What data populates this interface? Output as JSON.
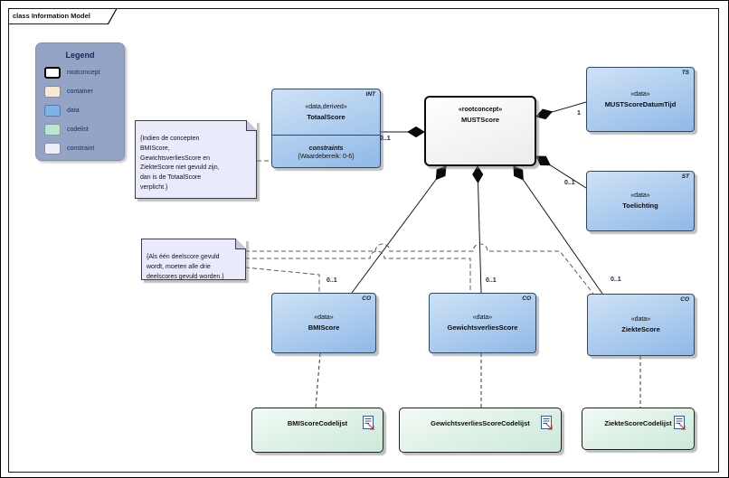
{
  "frame": {
    "title": "class Information Model"
  },
  "legend": {
    "title": "Legend",
    "items": [
      {
        "label": "rootconcept",
        "swatch_style": "background:#ffffff;border:2px solid #000000"
      },
      {
        "label": "container",
        "swatch_style": "background:#f9e7d4;border:1px solid #8a8a8a"
      },
      {
        "label": "data",
        "swatch_style": "background:#7db4e8;border:1px solid #5a7aa0"
      },
      {
        "label": "codelist",
        "swatch_style": "background:#bce6cf;border:1px solid #7aa08a"
      },
      {
        "label": "constraint",
        "swatch_style": "background:#eceefc;border:1px solid #8a8aa0"
      }
    ]
  },
  "notes": [
    {
      "text": "{Indien de concepten\nBMIScore,\nGewichtsverliesScore en\nZiekteScore niet gevuld zijn,\ndan is de TotaalScore\nverplicht.}"
    },
    {
      "text": "{Als één deelscore gevuld\nwordt, moeten alle drie\ndeelscores gevuld worden.}"
    }
  ],
  "classes": {
    "totaalscore": {
      "tag": "INT",
      "stereotype": "«data,derived»",
      "name": "TotaalScore",
      "compartment_label": "constraints",
      "constraint": "{Waardebereik: 0-6}"
    },
    "mustscore": {
      "stereotype": "«rootconcept»",
      "name": "MUSTScore"
    },
    "datumtijd": {
      "tag": "TS",
      "stereotype": "«data»",
      "name": "MUSTScoreDatumTijd"
    },
    "toelichting": {
      "tag": "ST",
      "stereotype": "«data»",
      "name": "Toelichting"
    },
    "bmiscore": {
      "tag": "CO",
      "stereotype": "«data»",
      "name": "BMIScore"
    },
    "gewichtsverliesscore": {
      "tag": "CO",
      "stereotype": "«data»",
      "name": "GewichtsverliesScore"
    },
    "ziektescore": {
      "tag": "CO",
      "stereotype": "«data»",
      "name": "ZiekteScore"
    }
  },
  "codelists": {
    "bmi": {
      "name": "BMIScoreCodelijst"
    },
    "gewicht": {
      "name": "GewichtsverliesScoreCodelijst"
    },
    "ziekte": {
      "name": "ZiekteScoreCodelijst"
    }
  },
  "multiplicities": {
    "totaalscore": "0..1",
    "datumtijd": "1",
    "toelichting": "0..1",
    "bmiscore": "0..1",
    "gewichtsverliesscore": "0..1",
    "ziektescore": "0..1"
  },
  "colors": {
    "data_fill": "#8fb9e8",
    "codelist_fill": "#cbe9d8",
    "constraint_fill": "#e9eafa",
    "rootconcept_fill": "#ffffff",
    "container_fill": "#f9e7d4",
    "legend_bg": "#93a4c7",
    "line": "#1a1a1a",
    "multiplicity_text": "#1c1c4a"
  }
}
